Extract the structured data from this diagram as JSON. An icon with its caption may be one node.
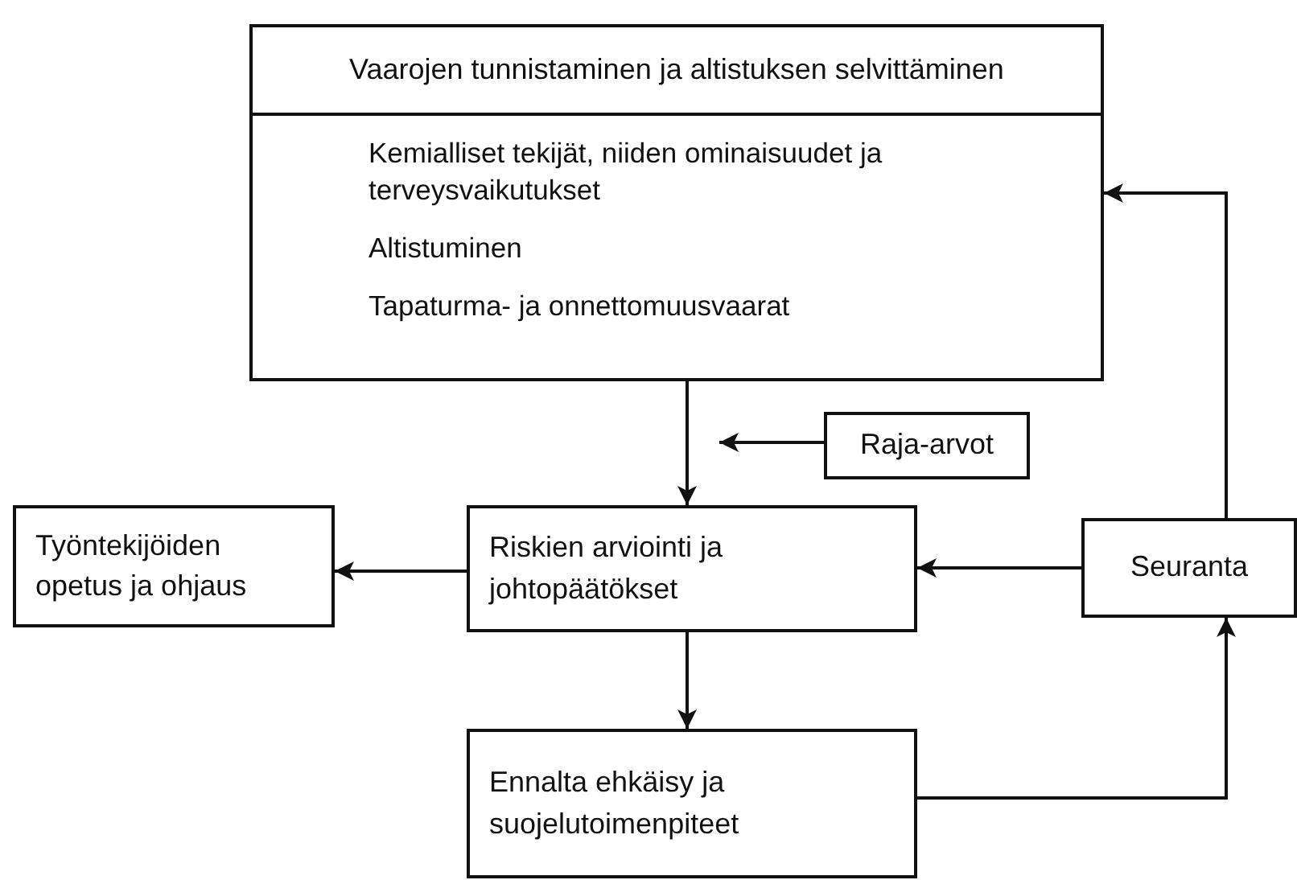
{
  "diagram": {
    "nodes": [
      {
        "text": [
          "Vaarojen tunnistaminen ja altistuksen selvittäminen",
          "Kemialliset tekijät, niiden ominaisuudet ja terveysvaikutukset",
          "Altistuminen",
          "Tapaturma- ja onnettomuusvaarat"
        ]
      },
      {
        "text": [
          "Raja-arvot"
        ]
      },
      {
        "text": [
          "Työntekijöiden opetus ja ohjaus"
        ]
      },
      {
        "text": [
          "Riskien arviointi ja johtopäätökset"
        ]
      },
      {
        "text": [
          "Seuranta"
        ]
      },
      {
        "text": [
          "Ennalta ehkäisy ja suojelutoimenpiteet"
        ]
      }
    ],
    "edges": [
      {
        "from": 0,
        "to": 3,
        "arrow": "to"
      },
      {
        "from": 1,
        "to": null,
        "arrow": "to"
      },
      {
        "from": 3,
        "to": 2,
        "arrow": "to"
      },
      {
        "from": 4,
        "to": 3,
        "arrow": "to"
      },
      {
        "from": 3,
        "to": 5,
        "arrow": "to"
      },
      {
        "from": 5,
        "to": 4,
        "arrow": "to"
      },
      {
        "from": 4,
        "to": 0,
        "arrow": "to"
      }
    ]
  }
}
